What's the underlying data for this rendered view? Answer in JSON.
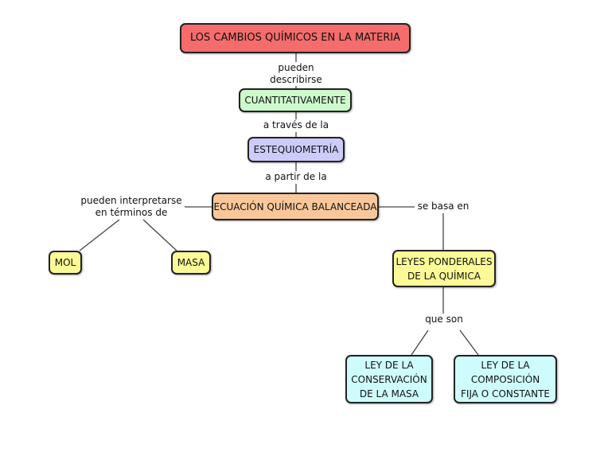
{
  "colors": {
    "red": "#f56c6c",
    "green": "#ccfacc",
    "blue": "#ccccfa",
    "orange": "#f9c79a",
    "yellow": "#fcfa96",
    "cyan": "#cefcfc",
    "line": "#444444"
  },
  "nodes": {
    "root": "LOS CAMBIOS QUÍMICOS EN LA MATERIA",
    "cuantitativamente": "CUANTITATIVAMENTE",
    "estequiometria": "ESTEQUIOMETRÍA",
    "ecuacion": "ECUACIÓN QUÍMICA BALANCEADA",
    "mol": "MOL",
    "masa": "MASA",
    "leyes": "LEYES PONDERALES\nDE LA QUÍMICA",
    "ley_conservacion": "LEY DE LA\nCONSERVACIÓN\nDE LA MASA",
    "ley_composicion": "LEY DE LA\nCOMPOSICIÓN\nFIJA O CONSTANTE"
  },
  "links": {
    "pueden_describirse": "pueden describirse",
    "a_traves": "a través de la",
    "a_partir": "a partir de la",
    "pueden_interpretarse": "pueden interpretarse\nen términos de",
    "se_basa": "se basa en",
    "que_son": "que son"
  }
}
